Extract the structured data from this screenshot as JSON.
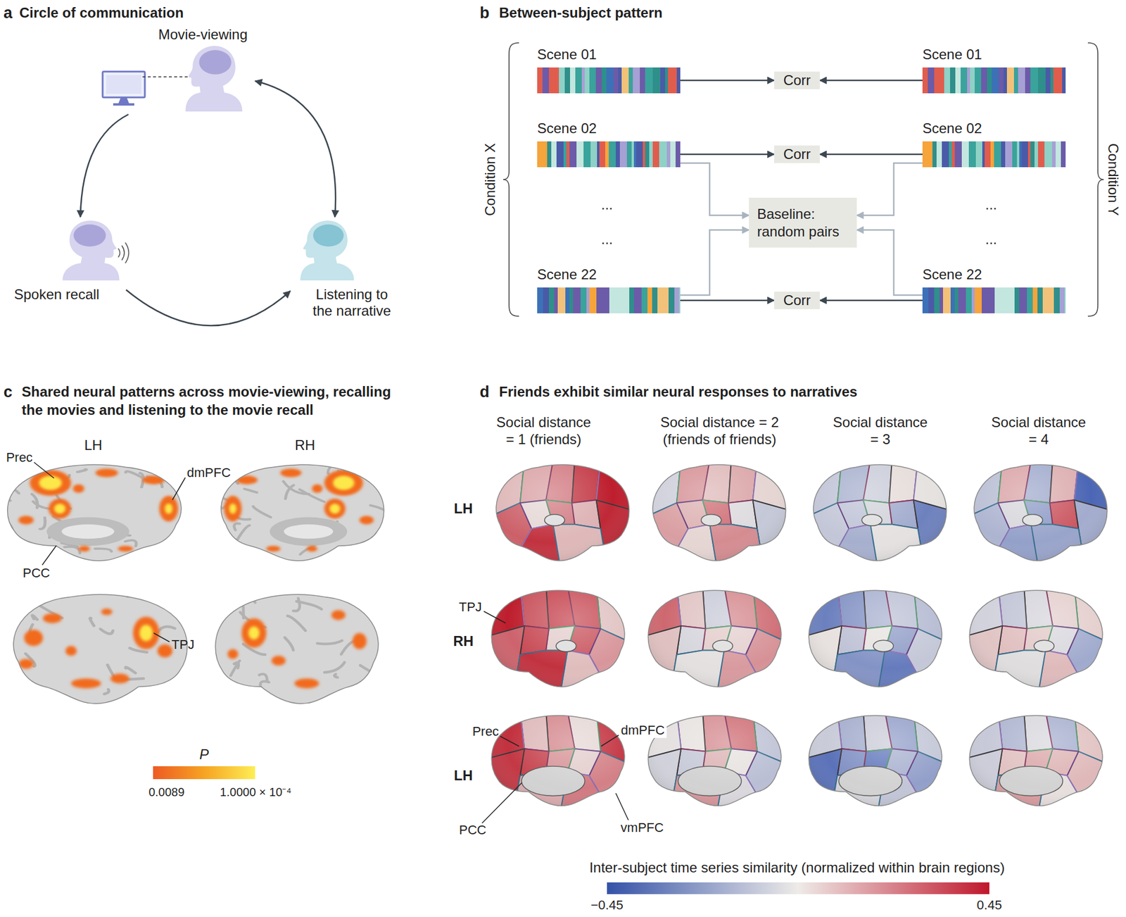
{
  "diagram": {
    "nodes": [
      {
        "text": [
          "Movie-viewing"
        ]
      },
      {
        "text": [
          "Spoken recall"
        ]
      },
      {
        "text": [
          "Listening to the narrative"
        ]
      },
      {
        "text": [
          "Scene 01"
        ]
      },
      {
        "text": [
          "Corr"
        ]
      },
      {
        "text": [
          "Scene 01"
        ]
      },
      {
        "text": [
          "Scene 02"
        ]
      },
      {
        "text": [
          "Corr"
        ]
      },
      {
        "text": [
          "Scene 02"
        ]
      },
      {
        "text": [
          "Baseline: random pairs"
        ]
      },
      {
        "text": [
          "Scene 22"
        ]
      },
      {
        "text": [
          "Corr"
        ]
      },
      {
        "text": [
          "Scene 22"
        ]
      }
    ],
    "edges": [
      {
        "from": 0,
        "to": 1,
        "arrow": "to"
      },
      {
        "from": 1,
        "to": 2,
        "arrow": "to"
      },
      {
        "from": 2,
        "to": 0,
        "arrow": "both"
      },
      {
        "from": 3,
        "to": 4,
        "arrow": "to"
      },
      {
        "from": 5,
        "to": 4,
        "arrow": "to"
      },
      {
        "from": 6,
        "to": 7,
        "arrow": "to"
      },
      {
        "from": 8,
        "to": 7,
        "arrow": "to"
      },
      {
        "from": 6,
        "to": 9,
        "arrow": "to"
      },
      {
        "from": 8,
        "to": 9,
        "arrow": "to"
      },
      {
        "from": 10,
        "to": 11,
        "arrow": "to"
      },
      {
        "from": 12,
        "to": 11,
        "arrow": "to"
      },
      {
        "from": 10,
        "to": 9,
        "arrow": "to"
      },
      {
        "from": 12,
        "to": 9,
        "arrow": "to"
      }
    ],
    "labels": [
      "a",
      "Circle of communication",
      "b",
      "Between-subject pattern",
      "Condition X",
      "Condition Y",
      "...",
      "...",
      "...",
      "...",
      "c",
      "Shared neural patterns across movie-viewing, recalling the movies and listening to the movie recall",
      "LH",
      "RH",
      "Prec",
      "dmPFC",
      "PCC",
      "TPJ",
      "P",
      "0.0089",
      "1.0000 × 10⁻⁴",
      "d",
      "Friends exhibit similar neural responses to narratives",
      "Social distance = 1 (friends)",
      "Social distance = 2 (friends of friends)",
      "Social distance = 3",
      "Social distance = 4",
      "LH",
      "RH",
      "LH",
      "TPJ",
      "Prec",
      "dmPFC",
      "PCC",
      "vmPFC",
      "Inter-subject time series similarity (normalized within brain regions)",
      "−0.45",
      "0.45"
    ]
  }
}
